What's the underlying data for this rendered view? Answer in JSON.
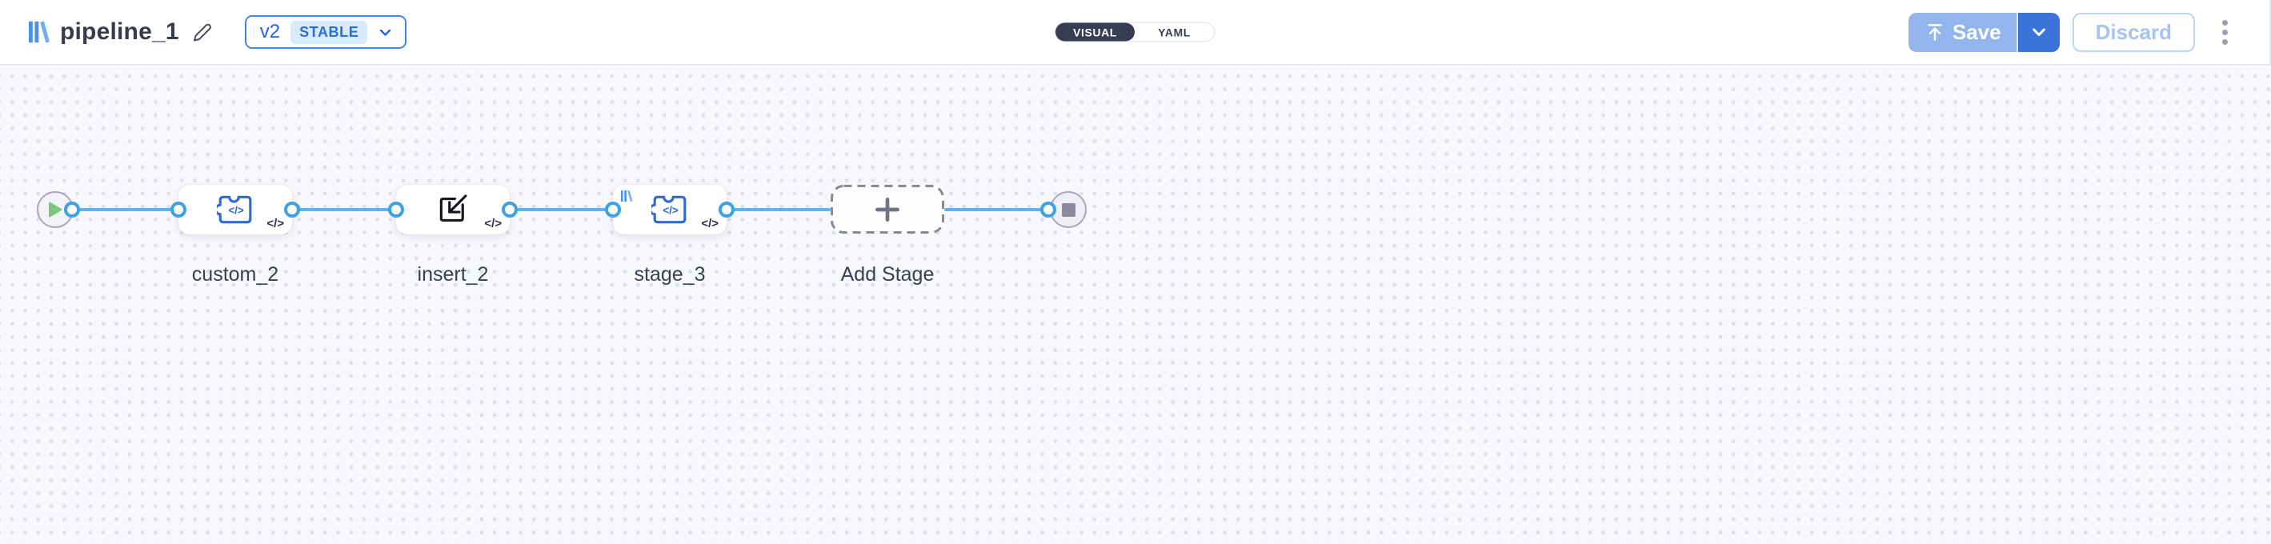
{
  "header": {
    "title": "pipeline_1",
    "version": {
      "label": "v2",
      "status": "STABLE"
    },
    "view_toggle": {
      "options": [
        {
          "label": "VISUAL",
          "selected": true
        },
        {
          "label": "YAML",
          "selected": false
        }
      ]
    },
    "actions": {
      "save_label": "Save",
      "discard_label": "Discard"
    }
  },
  "canvas": {
    "stages": [
      {
        "label": "custom_2",
        "type": "custom-code-stage",
        "code_badge": "</>"
      },
      {
        "label": "insert_2",
        "type": "insert-stage",
        "code_badge": "</>"
      },
      {
        "label": "stage_3",
        "type": "custom-code-stage",
        "code_badge": "</>",
        "corner_icon": "library-icon"
      },
      {
        "label": "Add Stage",
        "type": "add-placeholder"
      }
    ],
    "icons": {
      "code_glyph": "</>"
    }
  },
  "colors": {
    "accent_blue": "#2563eb",
    "edge_blue": "#58b6ec",
    "port_ring": "#3ea1e4",
    "save_disabled_bg": "#91b5ec",
    "save_menu_bg": "#3a73d9",
    "toggle_dark": "#373d52",
    "canvas_bg": "#f7f8fb",
    "start_green": "#7bc67b",
    "stop_gray": "#8d8a9f",
    "stable_badge_bg": "#d7ebfc"
  }
}
